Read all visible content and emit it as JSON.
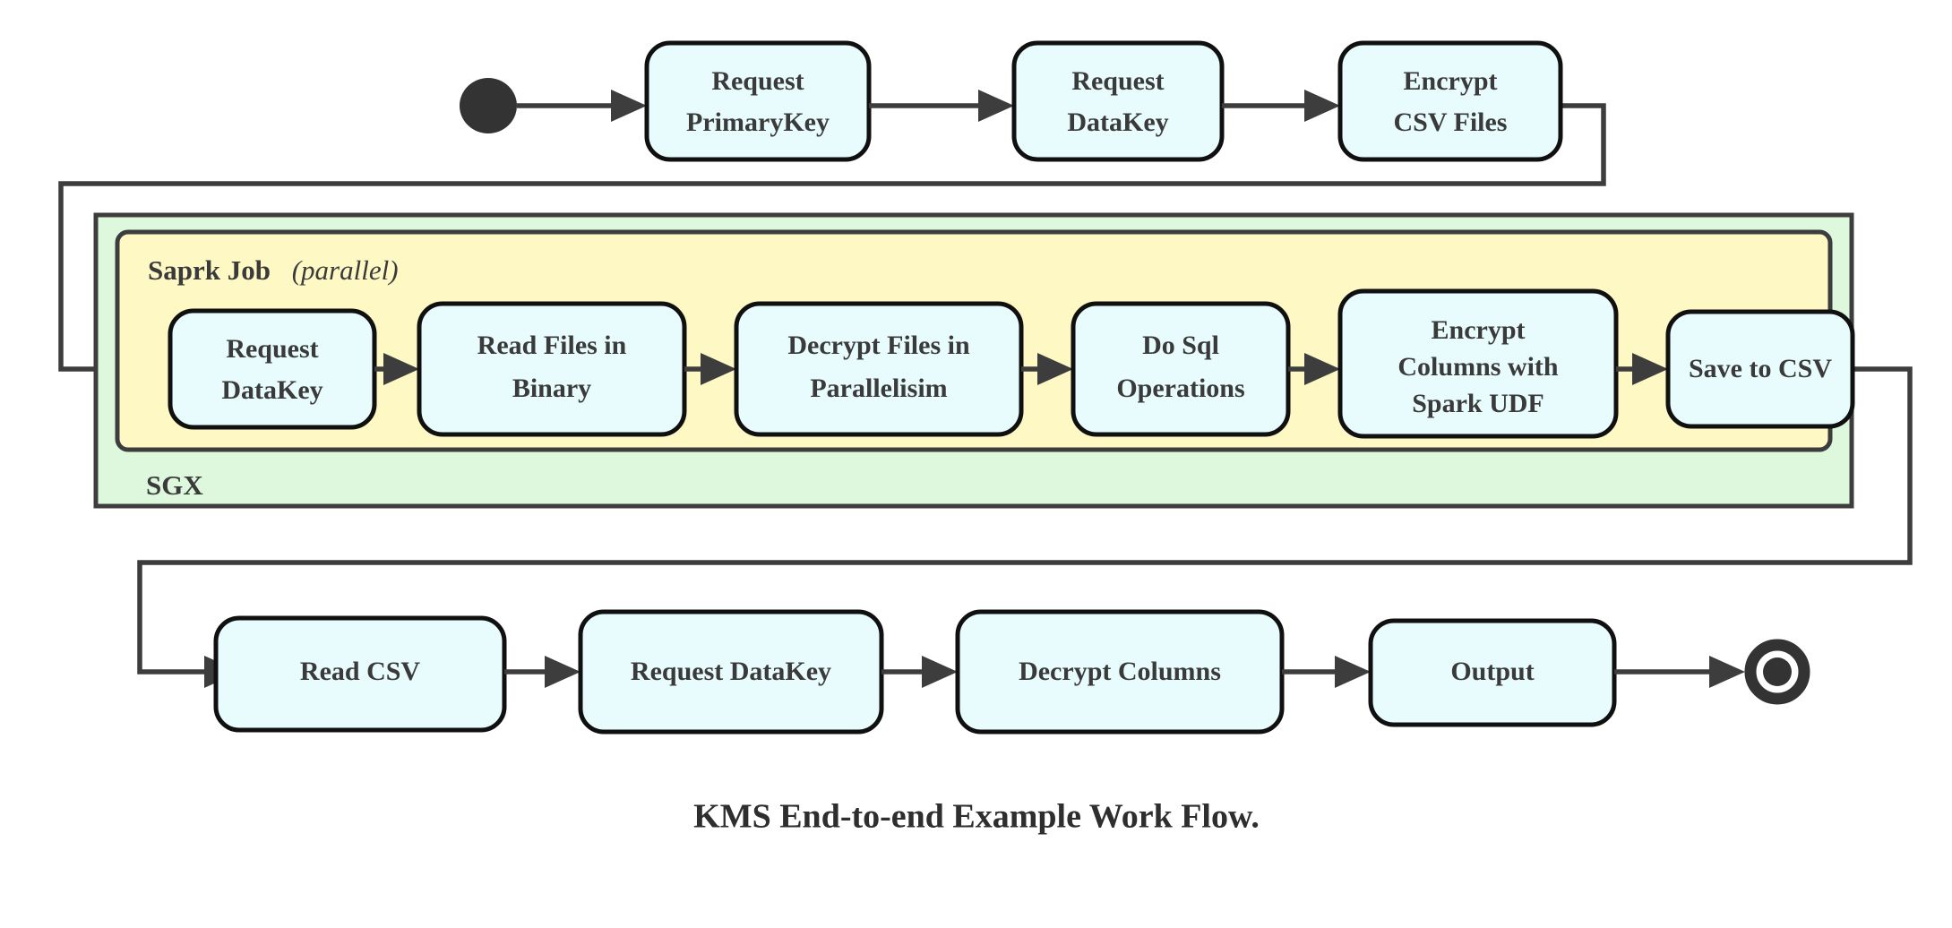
{
  "diagram": {
    "title": "KMS End-to-end Example Work Flow.",
    "type": "uml-activity-diagram",
    "colors": {
      "node_fill": "#e8fbfd",
      "node_stroke": "#101010",
      "spark_group_fill": "#fdf8c4",
      "sgx_group_fill": "#ddf8dd",
      "group_stroke": "#3d3d3d",
      "edge": "#3d3d3d",
      "text": "#3a3a3a",
      "background": "#ffffff"
    },
    "start_node": {
      "name": "start"
    },
    "end_node": {
      "name": "end"
    },
    "groups": {
      "sgx": {
        "label": "SGX"
      },
      "spark": {
        "label_bold": "Saprk Job",
        "label_italic": "(parallel)"
      }
    },
    "rows": {
      "top": [
        {
          "id": "request-primarykey",
          "label_line1": "Request",
          "label_line2": "PrimaryKey"
        },
        {
          "id": "request-datakey-top",
          "label_line1": "Request",
          "label_line2": "DataKey"
        },
        {
          "id": "encrypt-csv-files",
          "label_line1": "Encrypt",
          "label_line2": "CSV Files"
        }
      ],
      "spark": [
        {
          "id": "request-datakey-spark",
          "label_line1": "Request",
          "label_line2": "DataKey"
        },
        {
          "id": "read-files-in-binary",
          "label_line1": "Read Files in",
          "label_line2": "Binary"
        },
        {
          "id": "decrypt-files-in-parallelisim",
          "label_line1": "Decrypt Files in",
          "label_line2": "Parallelisim"
        },
        {
          "id": "do-sql-operations",
          "label_line1": "Do Sql",
          "label_line2": "Operations"
        },
        {
          "id": "encrypt-columns-with-spark-udf",
          "label_line1": "Encrypt",
          "label_line2": "Columns with",
          "label_line3": "Spark UDF"
        },
        {
          "id": "save-to-csv",
          "label_line1": "Save to CSV",
          "label_line2": ""
        }
      ],
      "bottom": [
        {
          "id": "read-csv",
          "label_line1": "Read CSV",
          "label_line2": ""
        },
        {
          "id": "request-datakey-bottom",
          "label_line1": "Request DataKey",
          "label_line2": ""
        },
        {
          "id": "decrypt-columns",
          "label_line1": "Decrypt Columns",
          "label_line2": ""
        },
        {
          "id": "output",
          "label_line1": "Output",
          "label_line2": ""
        }
      ]
    },
    "flow_sequence": [
      "start",
      "Request PrimaryKey",
      "Request DataKey",
      "Encrypt CSV Files",
      "Request DataKey",
      "Read Files in Binary",
      "Decrypt Files in Parallelisim",
      "Do Sql Operations",
      "Encrypt Columns with Spark UDF",
      "Save to CSV",
      "Read CSV",
      "Request DataKey",
      "Decrypt Columns",
      "Output",
      "end"
    ]
  }
}
